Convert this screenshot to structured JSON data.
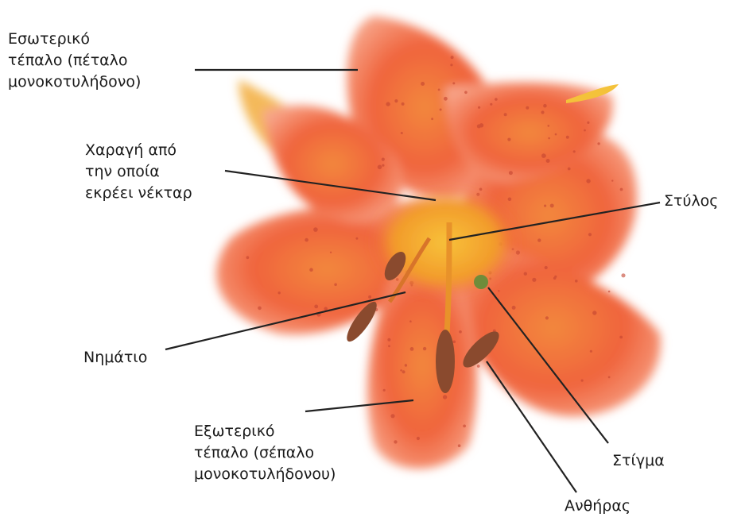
{
  "labels": {
    "inner_tepal": [
      "Εσωτερικό",
      "τέπαλο (πέταλο",
      "μονοκοτυλήδονο)"
    ],
    "nectar_groove": [
      "Χαραγή από",
      "την οποία",
      "εκρέει νέκταρ"
    ],
    "style": "Στύλος",
    "filament": "Νημάτιο",
    "outer_tepal": [
      "Εξωτερικό",
      "τέπαλο (σέπαλο",
      "μονοκοτυλήδονου)"
    ],
    "stigma": "Στίγμα",
    "anther": "Ανθήρας"
  },
  "colors": {
    "petal": "#f0643c",
    "petal_light": "#f7a07c",
    "center": "#f3b42c",
    "anther": "#8a4a2e",
    "line": "#222222"
  }
}
